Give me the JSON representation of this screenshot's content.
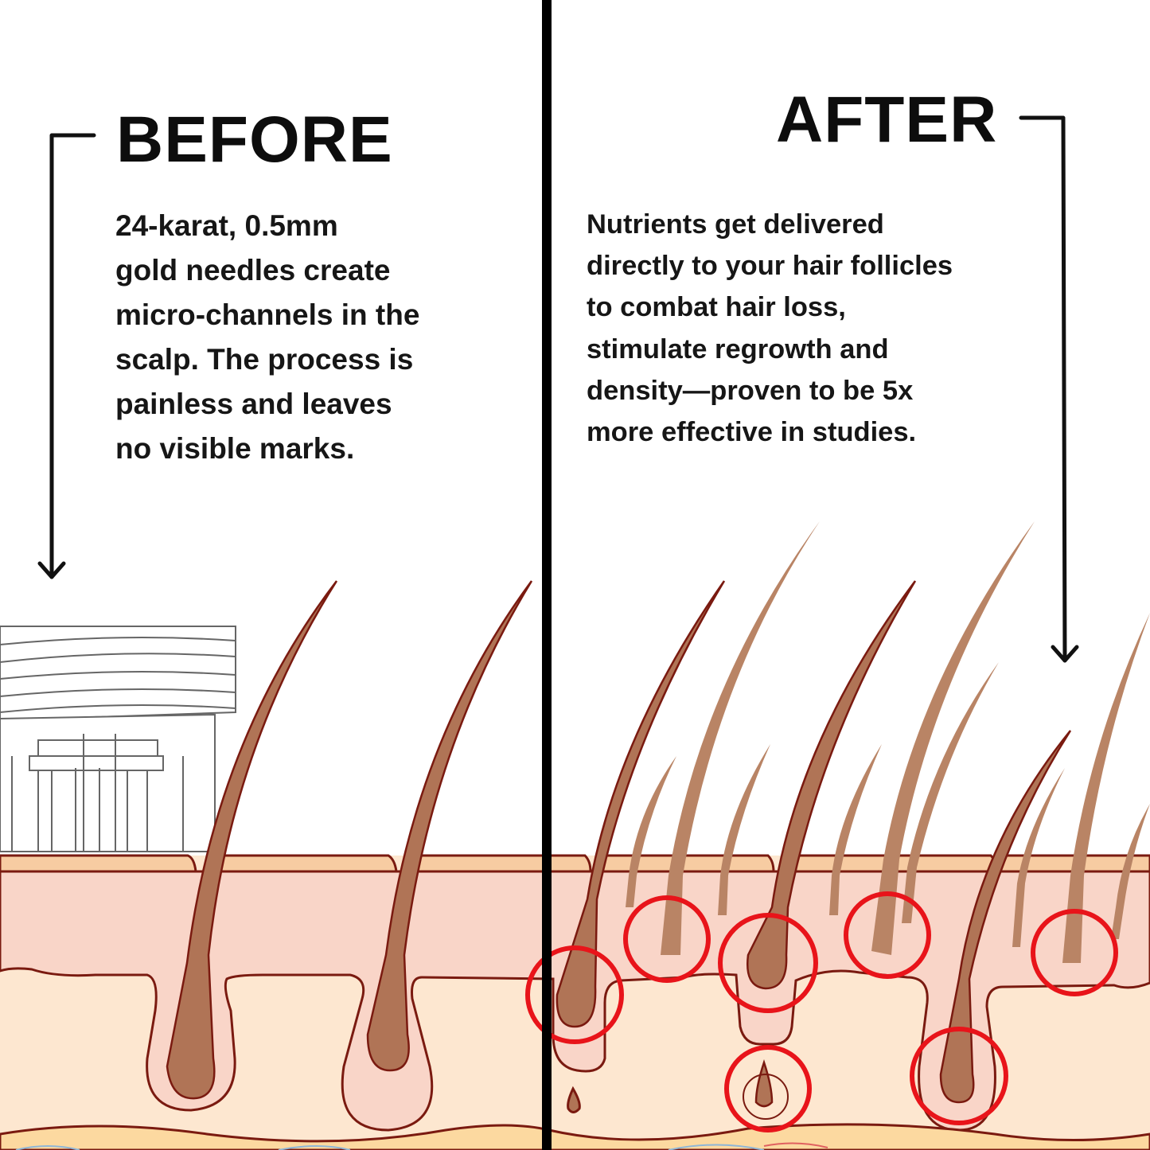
{
  "before": {
    "title": "BEFORE",
    "lines": [
      "24-karat, 0.5mm",
      "gold needles create",
      "micro-channels in the",
      "scalp. The process is",
      "painless and leaves",
      "no visible marks."
    ]
  },
  "after": {
    "title": "AFTER",
    "lines": [
      "Nutrients get delivered",
      "directly to your hair follicles",
      "to combat hair loss,",
      "stimulate regrowth and",
      "density—proven to be 5x",
      "more effective in studies."
    ]
  },
  "colors": {
    "divider": "#000000",
    "highlight_circle": "#e8141a",
    "hair": "#b07456",
    "outline": "#7a1a10",
    "epidermis": "#f7cca2",
    "dermis": "#f9d5c8",
    "hypodermis": "#fde7d0"
  },
  "icons": [
    "arrow-down-icon",
    "microneedle-device-icon"
  ]
}
